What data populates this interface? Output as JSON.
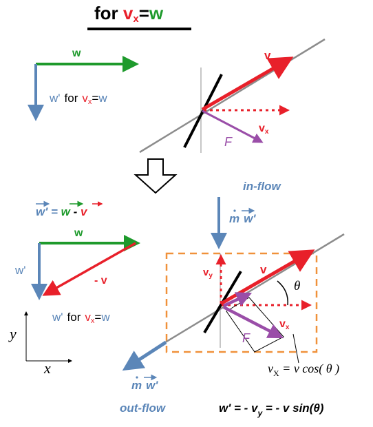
{
  "title": {
    "prefix": "for ",
    "v": "v",
    "sub_x": "x",
    "eq": "=",
    "w": "w"
  },
  "colors": {
    "red": "#e8202a",
    "green": "#1e9a2c",
    "blue": "#5b86b8",
    "purple": "#9a4ea8",
    "orange": "#f0913a",
    "gray": "#8c8c8c",
    "black": "#000000"
  },
  "top": {
    "w": "w",
    "wprime_label": {
      "wp": "w'",
      "for": "for",
      "v": "v",
      "x": "x",
      "eq": "=",
      "w": "w"
    },
    "v": "v",
    "vx": {
      "v": "v",
      "x": "x"
    },
    "F": "F"
  },
  "bottom_left": {
    "equation": {
      "wp": "w'",
      "eq": " = ",
      "w": "w",
      "minus": " - ",
      "v": "v"
    },
    "w": "w",
    "wprime": "w'",
    "neg_v": "- v",
    "wprime_label": {
      "wp": "w'",
      "for": "for",
      "v": "v",
      "x": "x",
      "eq": "=",
      "w": "w"
    },
    "axis_y": "y",
    "axis_x": "x"
  },
  "bottom_right": {
    "inflow": "in-flow",
    "m": "m",
    "wp": "w'",
    "v": "v",
    "vy": {
      "v": "v",
      "y": "y"
    },
    "vx": {
      "v": "v",
      "x": "x"
    },
    "theta": "θ",
    "F": "F",
    "vx_eq": {
      "v": "v",
      "x": "X",
      "rest": " = v cos( θ )"
    },
    "outflow": "out-flow",
    "m2": "m",
    "wp2": "w'",
    "wp_eq": {
      "lhs": "w' = - v",
      "y": "y",
      "rest": " = - v sin(θ)"
    }
  }
}
